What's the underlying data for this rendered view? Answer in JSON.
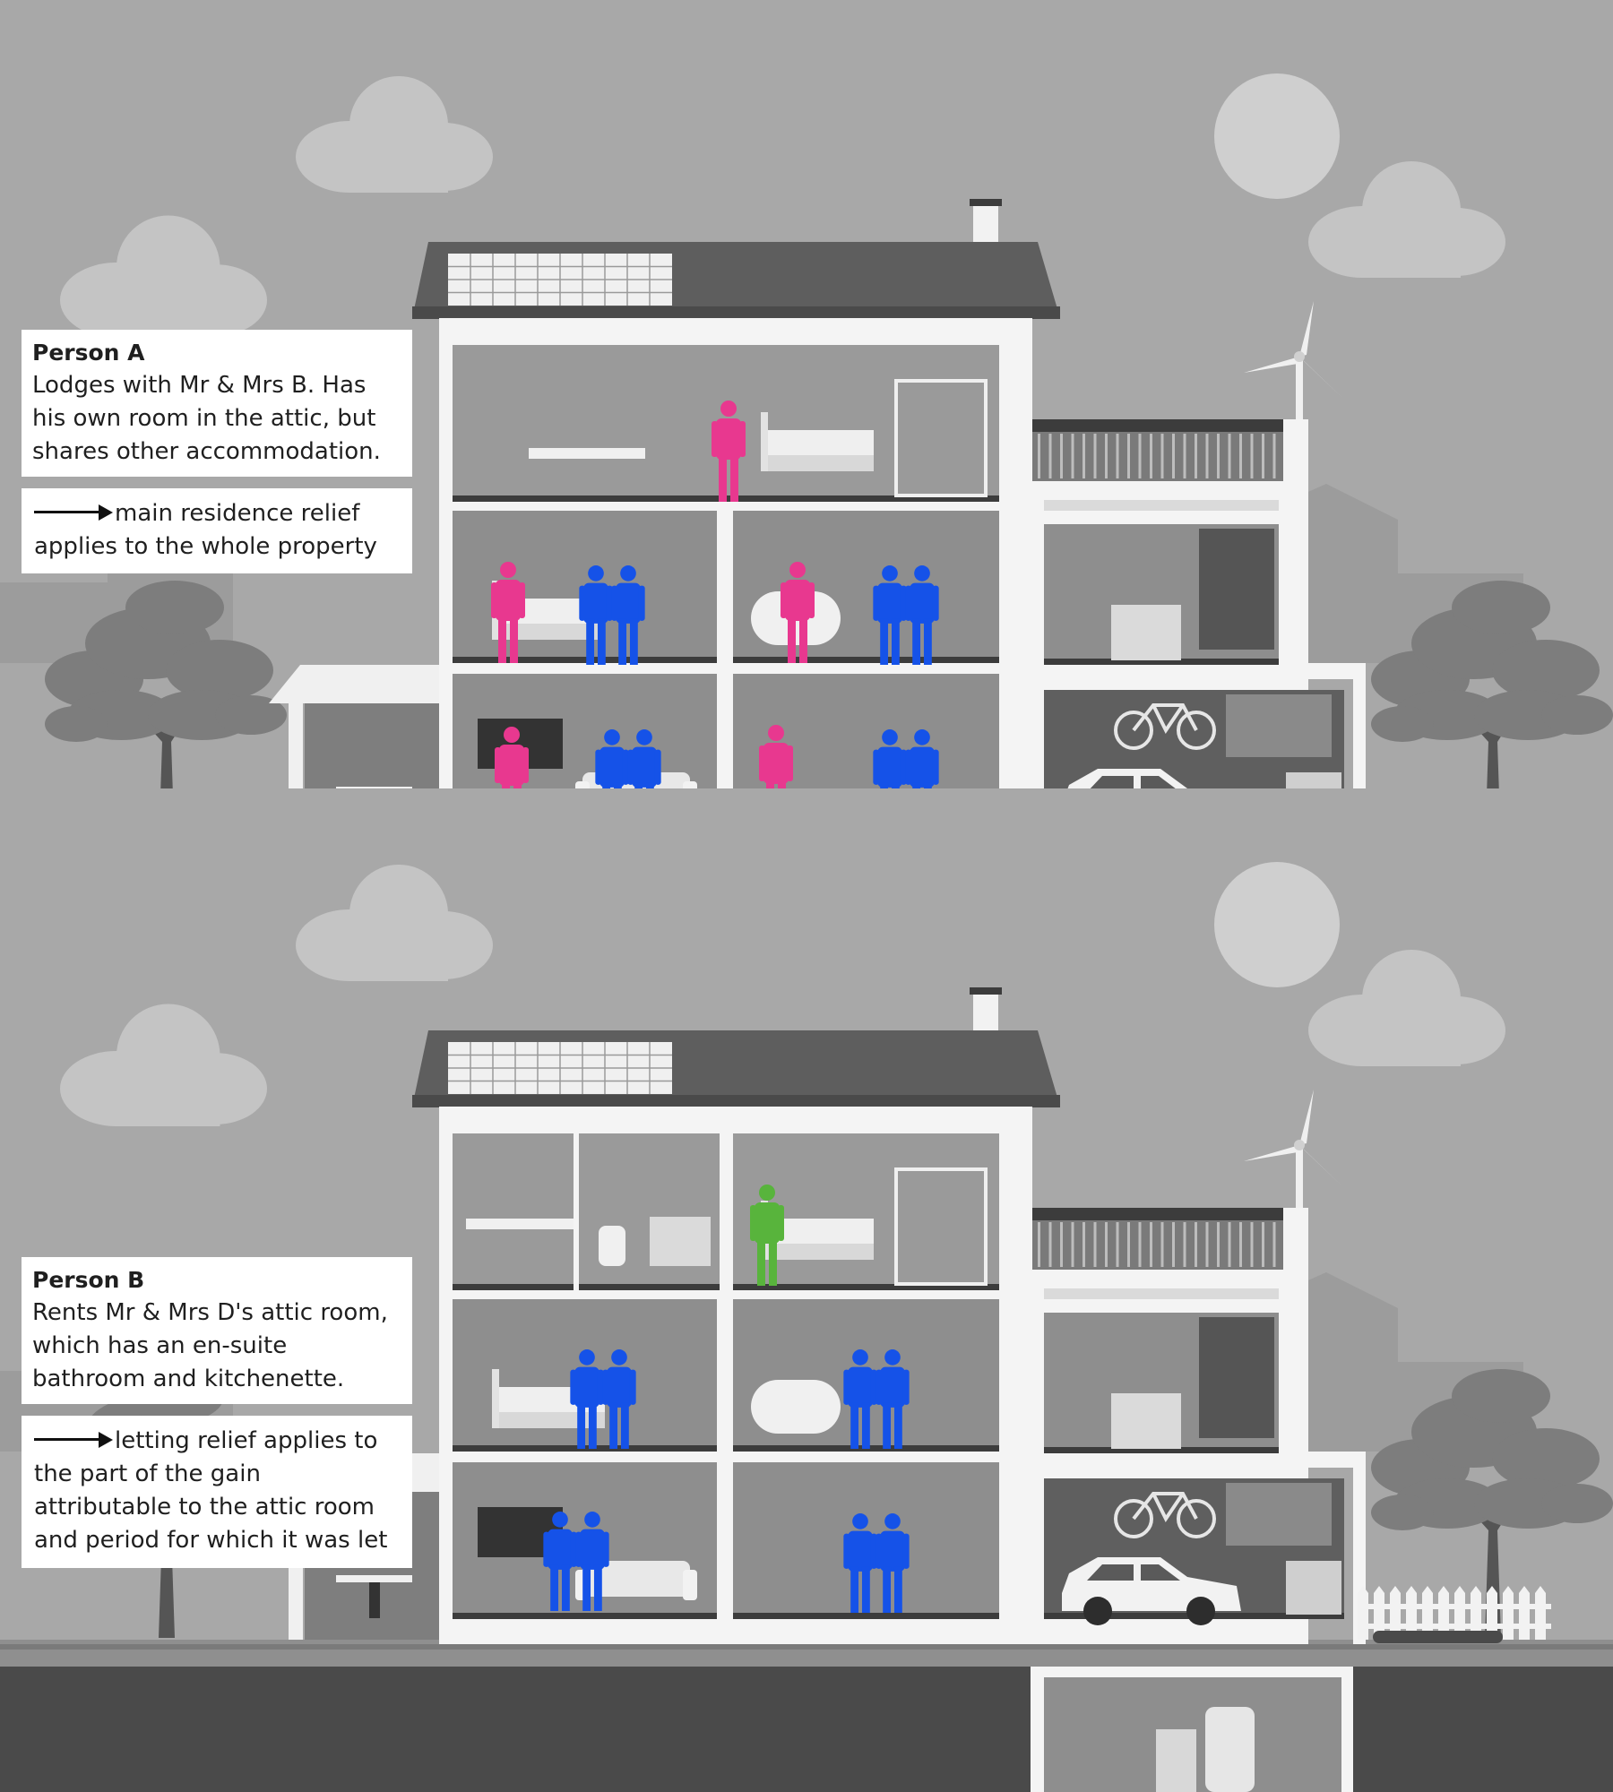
{
  "panels": [
    {
      "person_label": "Person A",
      "description": "Lodges with Mr & Mrs B. Has his own room in the attic, but shares other accommodation.",
      "relief_text": "main residence relief applies to the whole property"
    },
    {
      "person_label": "Person B",
      "description": "Rents Mr & Mrs D's attic room, which has an en-suite bathroom and kitchenette.",
      "relief_text": "letting relief applies to the part of the gain attributable to the attic room and period for which it was let"
    }
  ],
  "colors": {
    "owners": "#1552e8",
    "lodger": "#e8388f",
    "tenant": "#58b43c",
    "sky": "#a8a8a8",
    "ground": "#8f8f8f",
    "underground": "#4a4a4a"
  },
  "icons": [
    "solar-panel-icon",
    "wind-turbine-icon",
    "sun-icon",
    "cloud-icon",
    "tree-icon",
    "car-icon",
    "bicycle-icon",
    "arrow-right-icon",
    "person-icon"
  ]
}
